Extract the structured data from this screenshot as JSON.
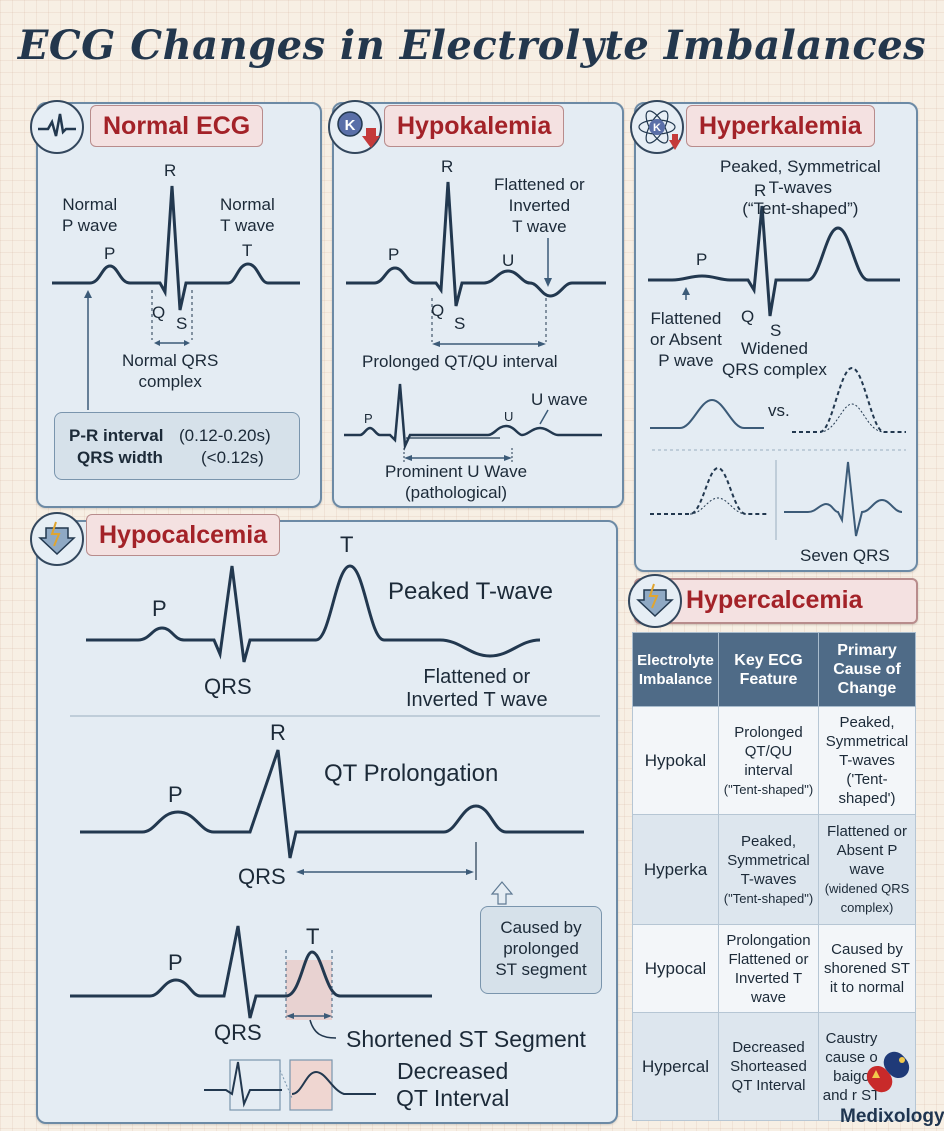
{
  "title": "ECG Changes in Electrolyte Imbalances",
  "normal": {
    "badge": "Normal ECG",
    "normal_p": "Normal\nP wave",
    "normal_t": "Normal\nT wave",
    "r": "R",
    "p": "P",
    "t": "T",
    "q": "Q",
    "s": "S",
    "qrs_label": "Normal QRS\ncomplex",
    "pr_label": "P-R interval",
    "pr_value": "(0.12-0.20s)",
    "qrs_width_label": "QRS width",
    "qrs_width_value": "(<0.12s)"
  },
  "hypokalemia": {
    "badge": "Hypokalemia",
    "icon_letter": "K",
    "r": "R",
    "p": "P",
    "u": "U",
    "q": "Q",
    "s": "S",
    "t_label": "Flattened or\nInverted\nT wave",
    "qt_label": "Prolonged QT/QU interval",
    "p_small": "P",
    "u_small": "U",
    "u_wave": "U wave",
    "u_prominent": "Prominent U Wave\n(pathological)"
  },
  "hyperkalemia": {
    "badge": "Hyperkalemia",
    "icon_letter": "K",
    "peaked": "Peaked, Symmetrical\nT-waves\n(“Tent-shaped”)",
    "r": "R",
    "p": "P",
    "q": "Q",
    "s": "S",
    "p_label": "Flattened\nor Absent\nP wave",
    "qrs_label": "Widened\nQRS complex",
    "vs": "vs.",
    "seven_qrs": "Seven QRS"
  },
  "hypocalcemia": {
    "badge": "Hypocalcemia",
    "t": "T",
    "p": "P",
    "qrs": "QRS",
    "peaked": "Peaked T-wave",
    "flattened": "Flattened or\nInverted T wave",
    "r": "R",
    "p2": "P",
    "qrs2": "QRS",
    "qt_prolong": "QT Prolongation",
    "caused_by": "Caused by\nprolonged\nST segment",
    "p3": "P",
    "t3": "T",
    "qrs3": "QRS",
    "shortened_st": "Shortened ST Segment",
    "decreased_qt": "Decreased\nQT Interval"
  },
  "hypercalcemia": {
    "badge": "Hypercalcemia"
  },
  "table": {
    "headers": [
      "Electrolyte Imbalance",
      "Key ECG Feature",
      "Primary Cause of Change"
    ],
    "rows": [
      {
        "name": "Hypokal",
        "feature": "Prolonged QT/QU interval",
        "feature_note": "(\"Tent-shaped\")",
        "cause": "Peaked, Symmetrical T-waves ('Tent- shaped')",
        "cause_note": ""
      },
      {
        "name": "Hyperka",
        "feature": "Peaked, Symmetrical T-waves",
        "feature_note": "(\"Tent-shaped\")",
        "cause": "Flattened or Absent P wave",
        "cause_note": "(widened QRS complex)"
      },
      {
        "name": "Hypocal",
        "feature": "Prolongation Flattened or Inverted T wave",
        "feature_note": "",
        "cause": "Caused by shorened ST it to normal",
        "cause_note": ""
      },
      {
        "name": "Hypercal",
        "feature": "Decreased Shorteased QT Interval",
        "feature_note": "",
        "cause": "Caustry cause o baigo and r ST",
        "cause_note": ""
      }
    ]
  },
  "logo": "Medixology",
  "colors": {
    "wave": "#22384f",
    "accent": "#a32228",
    "panel": "#e4ecf3",
    "header": "#4f6b87"
  },
  "icons": [
    "heart-monitor-icon",
    "potassium-down-icon",
    "potassium-atom-icon",
    "calcium-arrow-icon",
    "medixology-logo-icon"
  ]
}
